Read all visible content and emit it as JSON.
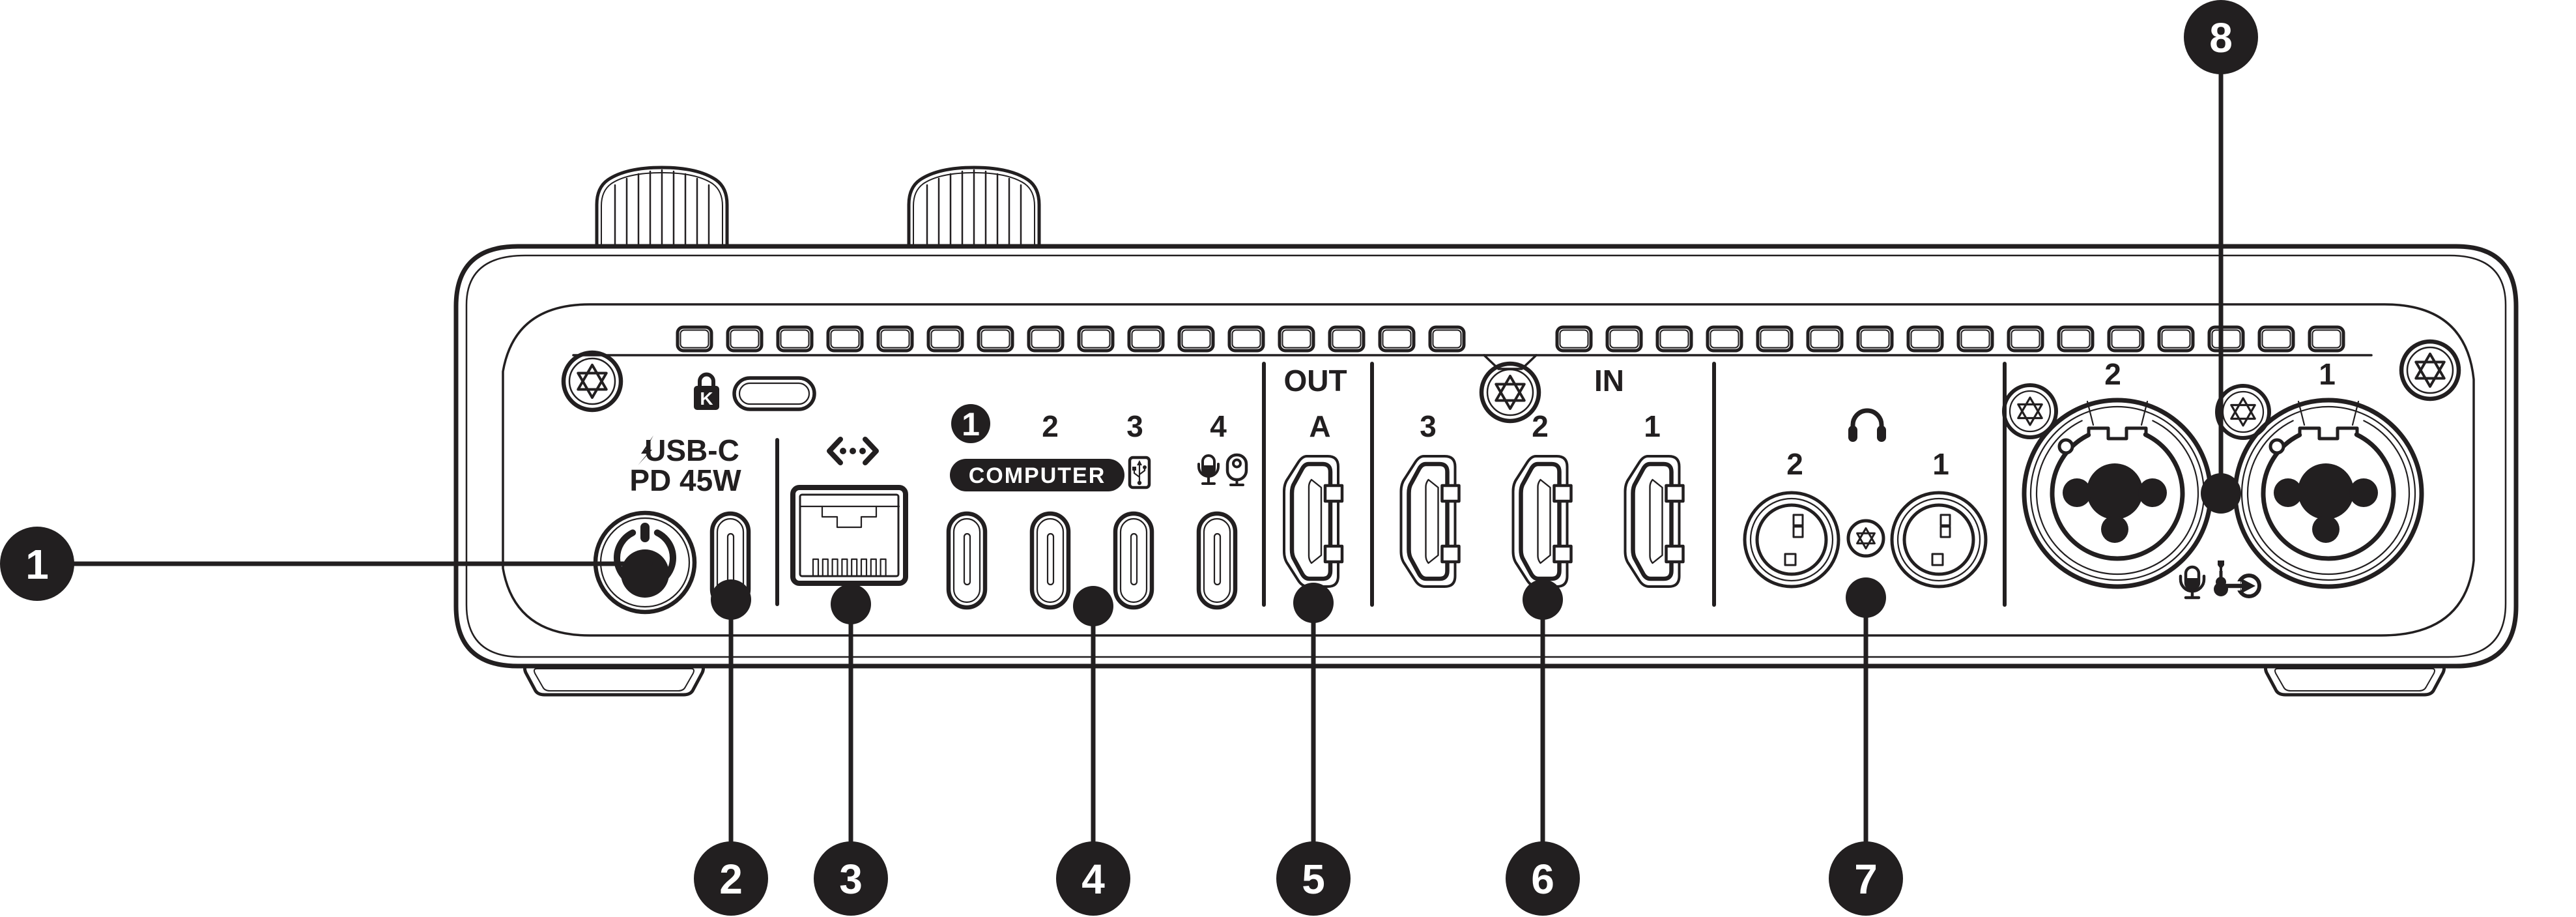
{
  "colors": {
    "ink": "#221f20",
    "paper": "#ffffff"
  },
  "sections": {
    "power": {
      "usb_label": "USB-C",
      "pd_label": "PD 45W",
      "kensington_letter": "K"
    },
    "computer": {
      "pill_label": "COMPUTER",
      "port_numbers": [
        "1",
        "2",
        "3",
        "4"
      ]
    },
    "video_out": {
      "title": "OUT",
      "port_letters": [
        "A"
      ]
    },
    "video_in": {
      "title": "IN",
      "port_numbers": [
        "3",
        "2",
        "1"
      ]
    },
    "headphones": {
      "port_numbers": [
        "2",
        "1"
      ]
    },
    "combo_inputs": {
      "port_numbers": [
        "2",
        "1"
      ]
    }
  },
  "callouts": [
    {
      "number": "1"
    },
    {
      "number": "2"
    },
    {
      "number": "3"
    },
    {
      "number": "4"
    },
    {
      "number": "5"
    },
    {
      "number": "6"
    },
    {
      "number": "7"
    },
    {
      "number": "8"
    }
  ],
  "icons": [
    "power-icon",
    "lightning-icon",
    "kensington-lock-icon",
    "kensington-slot",
    "network-icon",
    "usb-icon",
    "mic-icon",
    "webcam-icon",
    "headphones-icon",
    "mic-input-icon",
    "instrument-icon",
    "line-in-icon",
    "torx-screw-icon"
  ]
}
